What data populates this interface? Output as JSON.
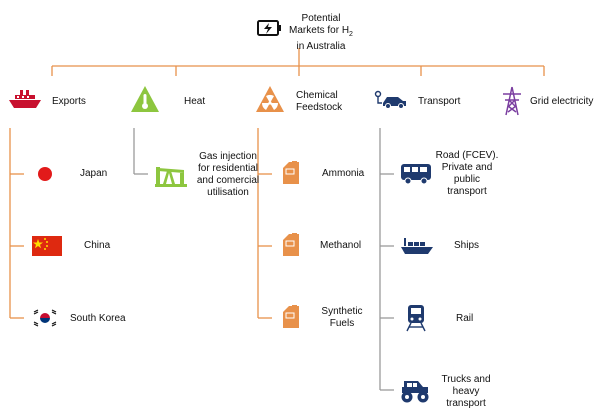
{
  "root": {
    "title_line1": "Potential",
    "title_line2": "Markets for H",
    "title_sub": "2",
    "title_line3": "in Australia"
  },
  "colors": {
    "orange": "#e8914a",
    "grey": "#9a9a9a",
    "red": "#c8102e",
    "green": "#8dc63f",
    "navy": "#1f3a6e",
    "purple": "#7b3fa0"
  },
  "categories": [
    {
      "label": "Exports",
      "icon": "ship-icon"
    },
    {
      "label": "Heat",
      "icon": "thermometer-warning-icon"
    },
    {
      "label": "Chemical Feedstock",
      "icon": "radiation-warning-icon"
    },
    {
      "label": "Transport",
      "icon": "electric-car-icon"
    },
    {
      "label": "Grid electricity",
      "icon": "power-pylon-icon"
    }
  ],
  "exports": [
    {
      "label": "Japan",
      "icon": "japan-flag-icon"
    },
    {
      "label": "China",
      "icon": "china-flag-icon"
    },
    {
      "label": "South Korea",
      "icon": "south-korea-flag-icon"
    }
  ],
  "heat": [
    {
      "label": "Gas injection for residential and comercial utilisation",
      "lines": [
        "Gas injection",
        "for residential",
        "and comercial",
        "utilisation"
      ],
      "icon": "oil-pump-icon"
    }
  ],
  "chemical": [
    {
      "label": "Ammonia",
      "icon": "jerrycan-icon"
    },
    {
      "label": "Methanol",
      "icon": "jerrycan-icon"
    },
    {
      "label": "Synthetic Fuels",
      "lines": [
        "Synthetic",
        "Fuels"
      ],
      "icon": "jerrycan-icon"
    }
  ],
  "transport": [
    {
      "label": "Road (FCEV). Private and public transport",
      "lines": [
        "Road (FCEV).",
        "Private and",
        "public",
        "transport"
      ],
      "icon": "bus-icon"
    },
    {
      "label": "Ships",
      "icon": "cargo-ship-icon"
    },
    {
      "label": "Rail",
      "icon": "train-icon"
    },
    {
      "label": "Trucks and heavy transport",
      "lines": [
        "Trucks and",
        "heavy",
        "transport"
      ],
      "icon": "monster-truck-icon"
    }
  ]
}
